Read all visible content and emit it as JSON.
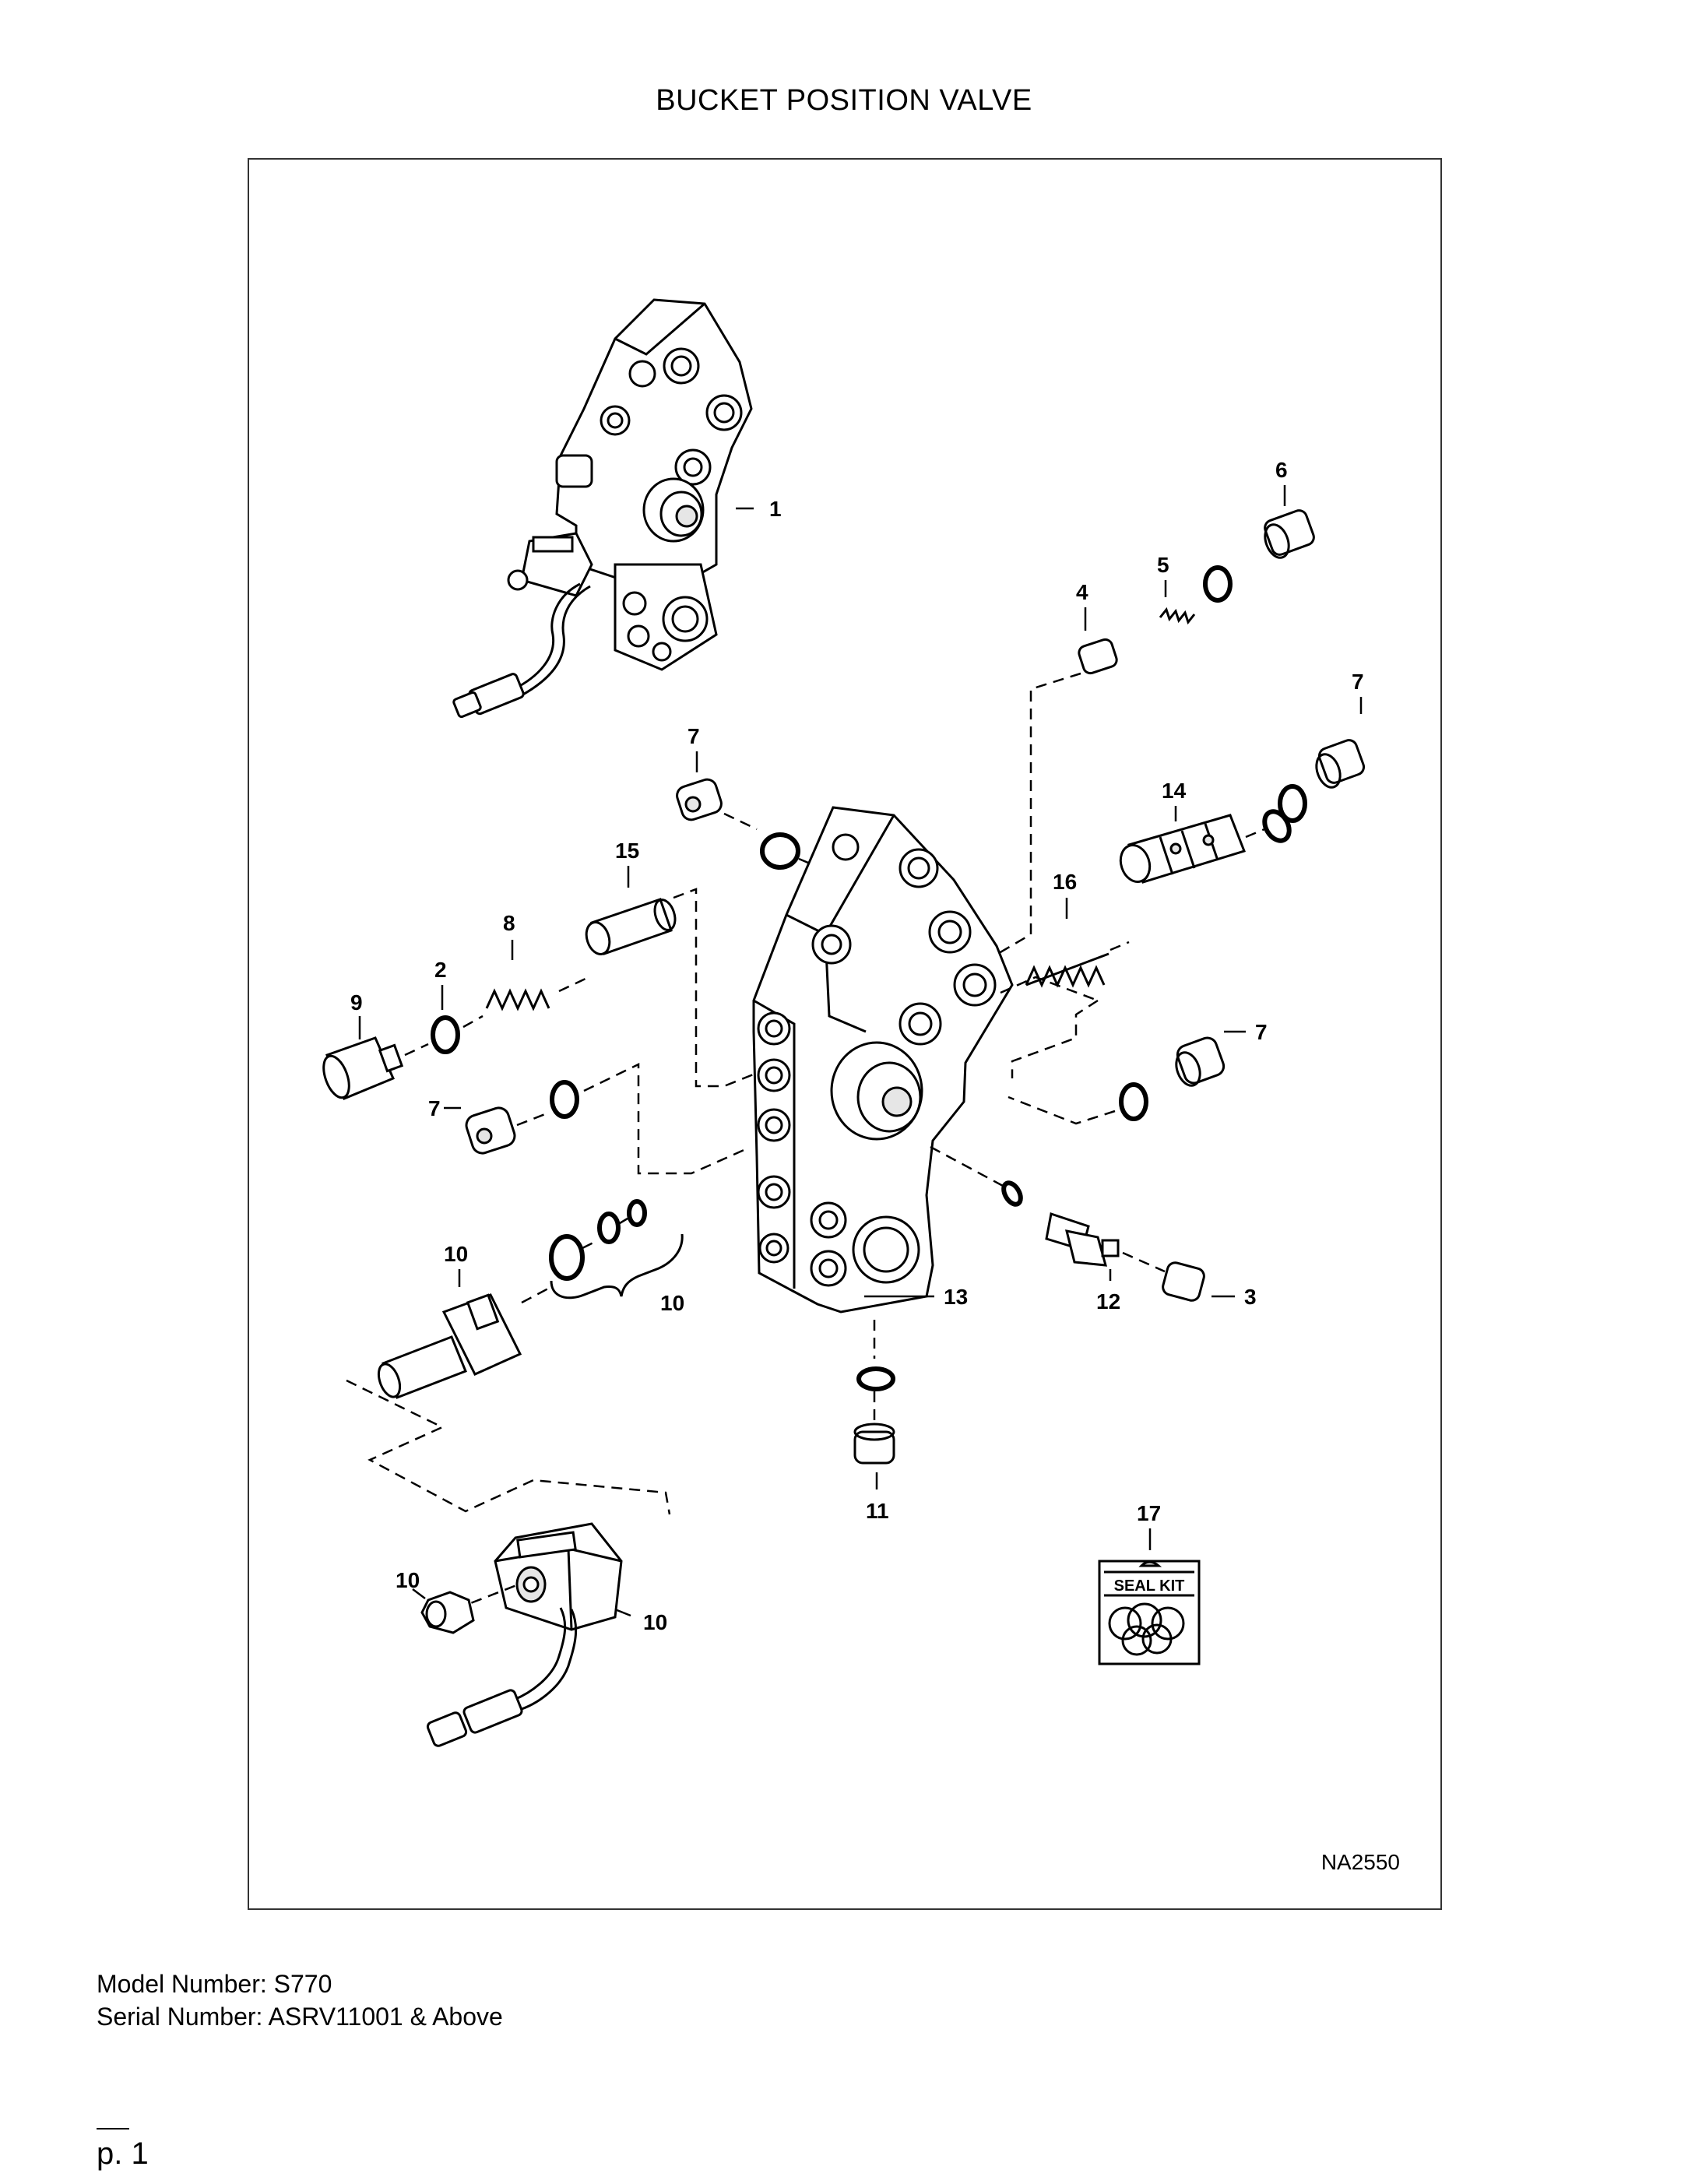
{
  "page": {
    "title": "BUCKET POSITION VALVE",
    "figure_id": "NA2550",
    "model_line": "Model Number: S770",
    "serial_line": "Serial Number: ASRV11001 & Above",
    "page_number": "p. 1"
  },
  "seal_kit_label": "SEAL KIT",
  "callouts": [
    "1",
    "6",
    "5",
    "4",
    "7",
    "7",
    "14",
    "15",
    "16",
    "8",
    "2",
    "9",
    "7",
    "7",
    "10",
    "10",
    "13",
    "12",
    "3",
    "11",
    "17",
    "10",
    "10"
  ]
}
